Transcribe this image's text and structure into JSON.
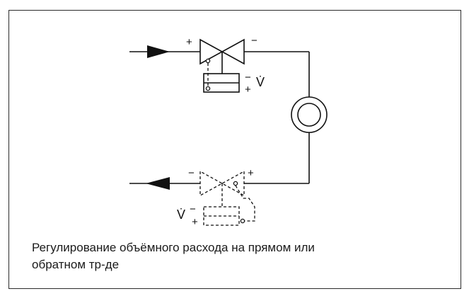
{
  "diagram": {
    "supply_valve": {
      "inlet_sign": "+",
      "outlet_sign": "−",
      "actuator_signs": [
        "−",
        "+"
      ],
      "flow_symbol": "V̇"
    },
    "return_valve": {
      "inlet_sign": "−",
      "outlet_sign": "+",
      "actuator_signs": [
        "−",
        "+"
      ],
      "flow_symbol": "V̇"
    }
  },
  "caption": {
    "line1": "Регулирование объёмного расхода на  прямом или",
    "line2": "обратном тр-де"
  }
}
